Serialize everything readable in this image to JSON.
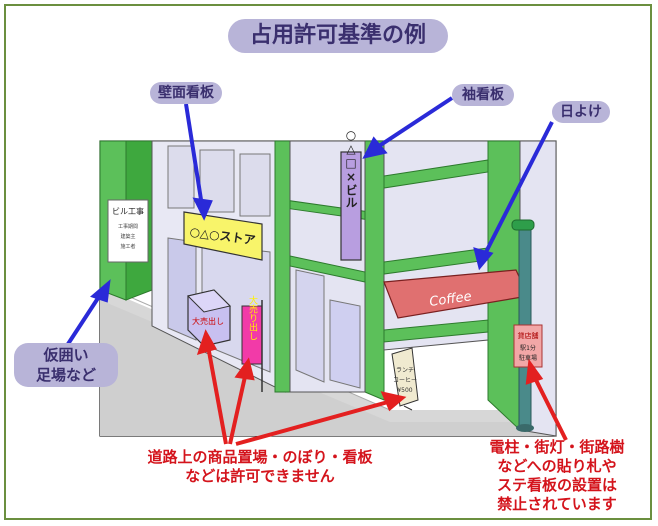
{
  "title": "占用許可基準の例",
  "labels": {
    "wall_sign": "壁面看板",
    "projecting_sign": "袖看板",
    "awning": "日よけ",
    "scaffolding_line1": "仮囲い",
    "scaffolding_line2": "足場など"
  },
  "notes": {
    "road_line1": "道路上の商品置場・のぼり・看板",
    "road_line2": "などは許可できません",
    "pole_line1": "電柱・街灯・街路樹",
    "pole_line2": "などへの貼り札や",
    "pole_line3": "ステ看板の設置は",
    "pole_line4": "禁止されています"
  },
  "scene": {
    "wall_sign_text": "○△○ストア",
    "projecting_sign_text": "○△□×ビル",
    "awning_text": "Coffee",
    "construction_title": "ビル工事",
    "goods_text": "大売出し",
    "nobori_text": "大売り出し"
  },
  "colors": {
    "label_pill": "#b8b4d8",
    "building_green": "#5cc05a",
    "blue_arrow": "#2a2ad8",
    "red_arrow": "#e32020",
    "red_text": "#d4141c"
  }
}
